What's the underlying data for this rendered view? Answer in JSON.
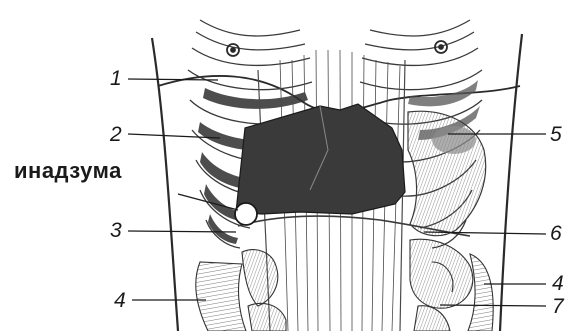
{
  "figure": {
    "caption": "инадзума",
    "labels": {
      "l1": "1",
      "l2": "2",
      "l3": "3",
      "l4_left": "4",
      "l5": "5",
      "l6": "6",
      "l4_right": "4",
      "l7": "7"
    },
    "colors": {
      "line": "#2a2a2a",
      "liver": "#3a3a3a",
      "shade": "#7a7a7a",
      "background": "#ffffff"
    }
  }
}
